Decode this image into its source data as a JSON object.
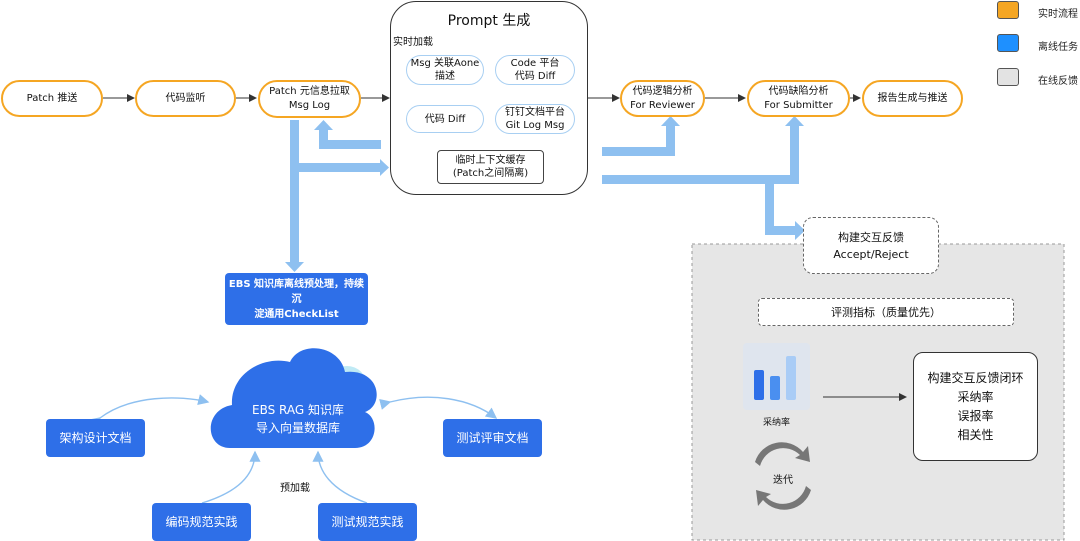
{
  "legend": [
    {
      "label": "实时流程",
      "color": "#f5a623"
    },
    {
      "label": "离线任务",
      "color": "#1e90ff"
    },
    {
      "label": "在线反馈",
      "color": "#e3e3e3"
    }
  ],
  "pipeline": {
    "patch_push": "Patch 推送",
    "code_monitor": "代码监听",
    "patch_meta": "Patch 元信息拉取\nMsg Log",
    "reviewer": "代码逻辑分析\nFor Reviewer",
    "submitter": "代码缺陷分析\nFor Submitter",
    "report": "报告生成与推送"
  },
  "prompt": {
    "title": "Prompt 生成",
    "realtime_label": "实时加载",
    "items": {
      "msg_aone": "Msg 关联Aone\n描述",
      "code_platform": "Code 平台\n代码 Diff",
      "code_diff": "代码 Diff",
      "dingding": "钉钉文档平台\nGit Log Msg"
    },
    "cache": "临时上下文缓存\n(Patch之间隔离)"
  },
  "feedback": {
    "interaction": "构建交互反馈\nAccept/Reject",
    "metrics": "评测指标（质量优先）",
    "adoption_rate": "采纳率",
    "iteration": "迭代",
    "loop": "构建交互反馈闭环\n采纳率\n误报率\n相关性",
    "bar_colors": [
      "#2e6fe8",
      "#4a8ff0",
      "#a9ccf6"
    ]
  },
  "knowledge": {
    "ebs_offline": "EBS 知识库离线预处理，持续沉\n淀通用CheckList",
    "rag": "EBS RAG 知识库\n导入向量数据库",
    "arch_doc": "架构设计文档",
    "test_review": "测试评审文档",
    "preload": "预加载",
    "coding_practice": "编码规范实践",
    "test_practice": "测试规范实践"
  }
}
